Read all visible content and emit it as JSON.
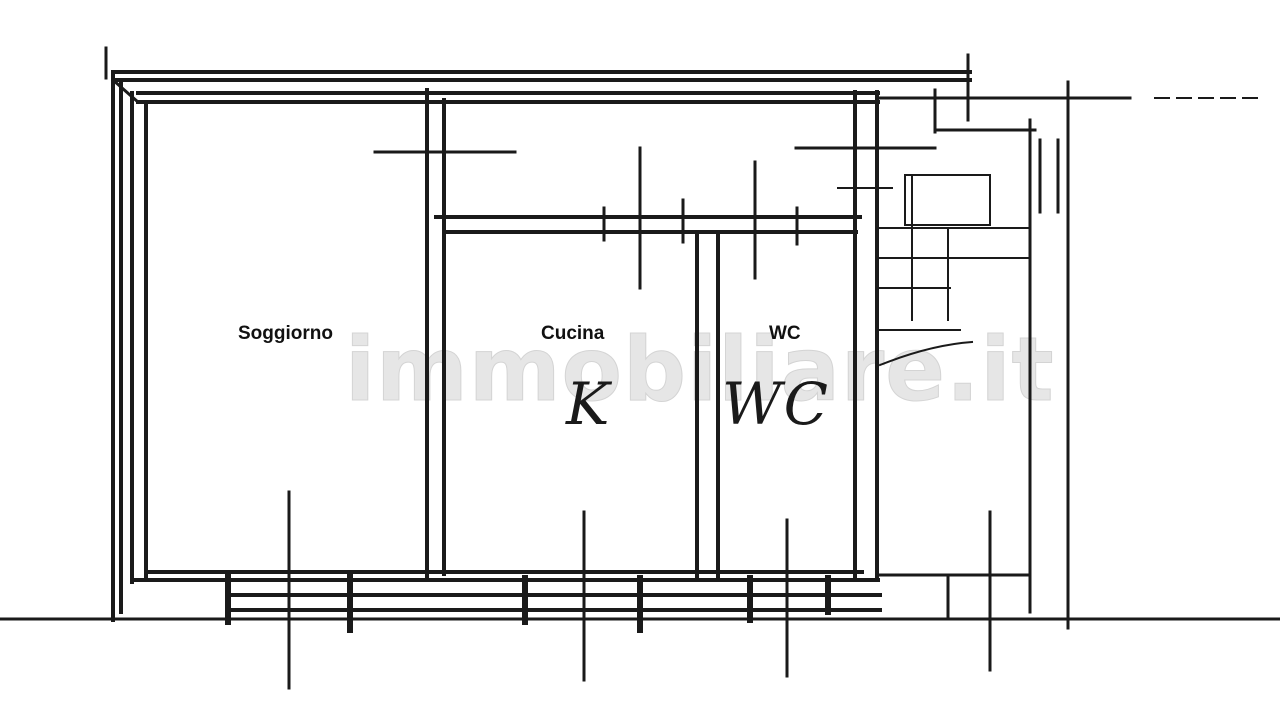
{
  "rooms": {
    "soggiorno": "Soggiorno",
    "cucina": "Cucina",
    "wc": "WC"
  },
  "handwritten": {
    "kitchen_mark": "K",
    "wc_mark": "WC"
  },
  "watermark": "immobiliare.it",
  "colors": {
    "wall": "#1a1a1a",
    "background": "#ffffff",
    "watermark": "#e6e6e6"
  }
}
